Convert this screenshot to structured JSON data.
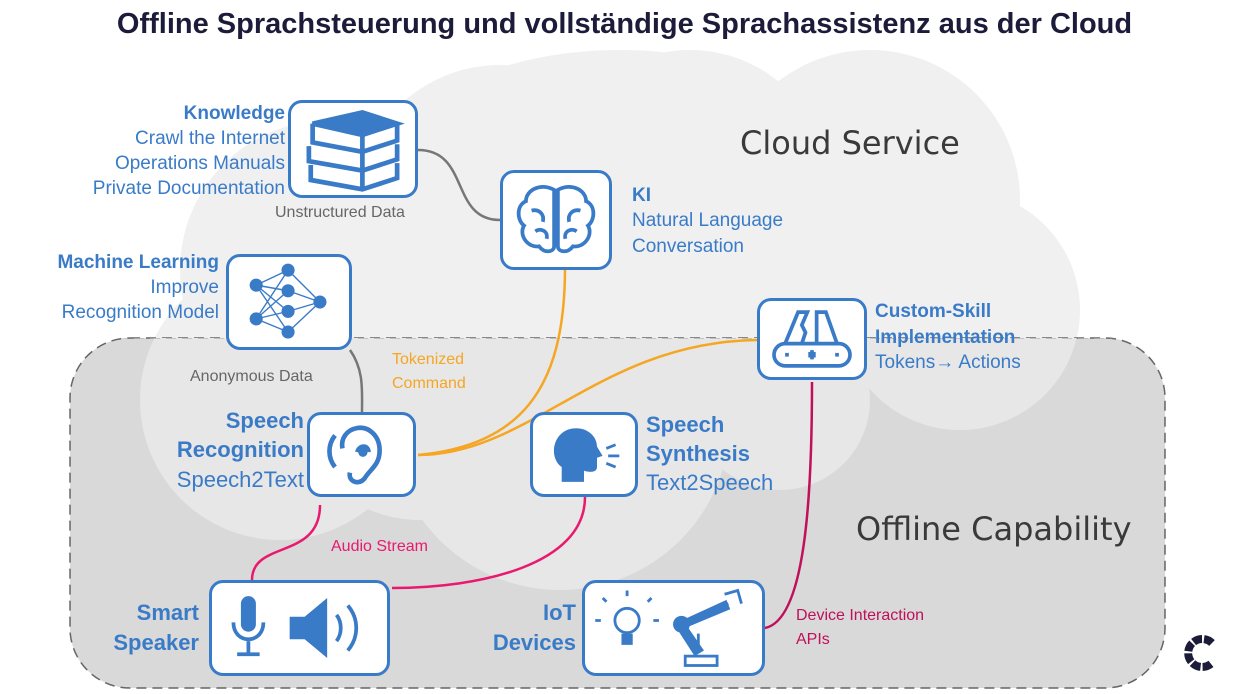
{
  "title": "Offline Sprachsteuerung und vollständige Sprachassistenz aus der Cloud",
  "regions": {
    "cloud": "Cloud Service",
    "offline": "Offline Capability"
  },
  "colors": {
    "blue": "#3a7bc8",
    "orange": "#f5a623",
    "pink": "#e8196e",
    "crimson": "#c0105a",
    "gray": "#777777"
  },
  "nodes": {
    "knowledge": {
      "title": "Knowledge",
      "lines": [
        "Crawl the Internet",
        "Operations Manuals",
        "Private Documentation"
      ],
      "icon": "books-icon"
    },
    "ki": {
      "title": "KI",
      "lines": [
        "Natural Language",
        "Conversation"
      ],
      "icon": "brain-icon"
    },
    "ml": {
      "title": "Machine Learning",
      "lines": [
        "Improve",
        "Recognition Model"
      ],
      "icon": "neural-network-icon"
    },
    "recognition": {
      "title1": "Speech",
      "title2": "Recognition",
      "sub": "Speech2Text",
      "icon": "ear-icon"
    },
    "synthesis": {
      "title1": "Speech",
      "title2": "Synthesis",
      "sub": "Text2Speech",
      "icon": "speaking-head-icon"
    },
    "skill": {
      "title1": "Custom-Skill",
      "title2": "Implementation",
      "sub": "Tokens→ Actions",
      "icon": "swiss-knife-icon"
    },
    "speaker": {
      "title1": "Smart",
      "title2": "Speaker",
      "icon": "microphone-speaker-icon"
    },
    "iot": {
      "title1": "IoT",
      "title2": "Devices",
      "icon": "bulb-robot-arm-icon"
    }
  },
  "edges": {
    "unstructured": "Unstructured Data",
    "anonymous": "Anonymous Data",
    "tokenized1": "Tokenized",
    "tokenized2": "Command",
    "audio": "Audio Stream",
    "device1": "Device Interaction",
    "device2": "APIs"
  }
}
